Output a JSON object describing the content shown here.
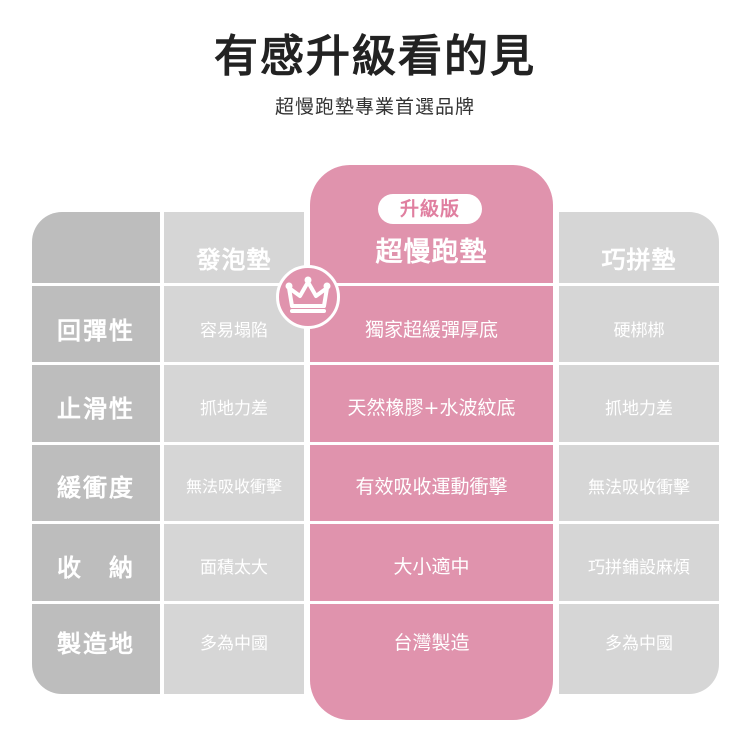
{
  "header": {
    "title": "有感升級看的見",
    "subtitle": "超慢跑墊專業首選品牌"
  },
  "columns": {
    "foam": "發泡墊",
    "brand_badge": "升級版",
    "brand": "超慢跑墊",
    "puzzle": "巧拼墊"
  },
  "crown_icon": "crown-icon",
  "colors": {
    "brand_pink": "#e093ad",
    "label_gray": "#bdbdbd",
    "cell_gray": "#d6d6d6"
  },
  "rows": [
    {
      "label": "回彈性",
      "foam": "容易塌陷",
      "brand": "獨家超緩彈厚底",
      "puzzle": "硬梆梆"
    },
    {
      "label": "止滑性",
      "foam": "抓地力差",
      "brand": "天然橡膠+水波紋底",
      "puzzle": "抓地力差"
    },
    {
      "label": "緩衝度",
      "foam": "無法吸收衝擊",
      "brand": "有效吸收運動衝擊",
      "puzzle": "無法吸收衝擊"
    },
    {
      "label": "收　納",
      "foam": "面積太大",
      "brand": "大小適中",
      "puzzle": "巧拼鋪設麻煩"
    },
    {
      "label": "製造地",
      "foam": "多為中國",
      "brand": "台灣製造",
      "puzzle": "多為中國"
    }
  ]
}
